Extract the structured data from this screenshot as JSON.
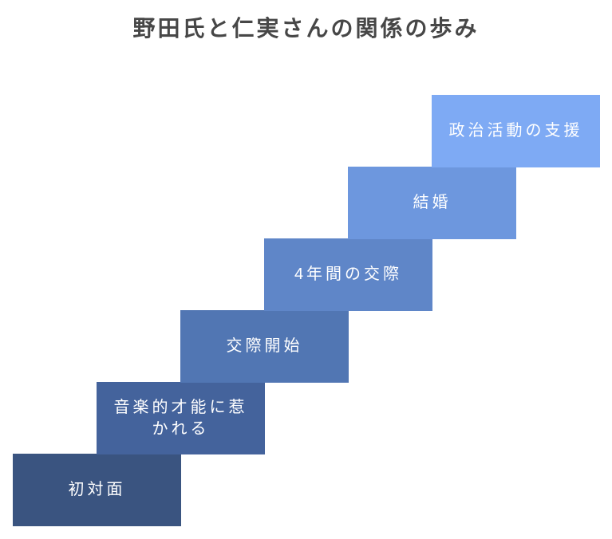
{
  "title": "野田氏と仁実さんの関係の歩み",
  "colors": {
    "background": "#ffffff",
    "title_text": "#474747",
    "step_text": "#ffffff"
  },
  "steps": [
    {
      "label": "初対面",
      "color": "#3a5480"
    },
    {
      "label": "音楽的才能に惹かれる",
      "color": "#44639c"
    },
    {
      "label": "交際開始",
      "color": "#5176b3"
    },
    {
      "label": "4年間の交際",
      "color": "#5f86c8"
    },
    {
      "label": "結婚",
      "color": "#6d97de"
    },
    {
      "label": "政治活動の支援",
      "color": "#7eaaf4"
    }
  ]
}
